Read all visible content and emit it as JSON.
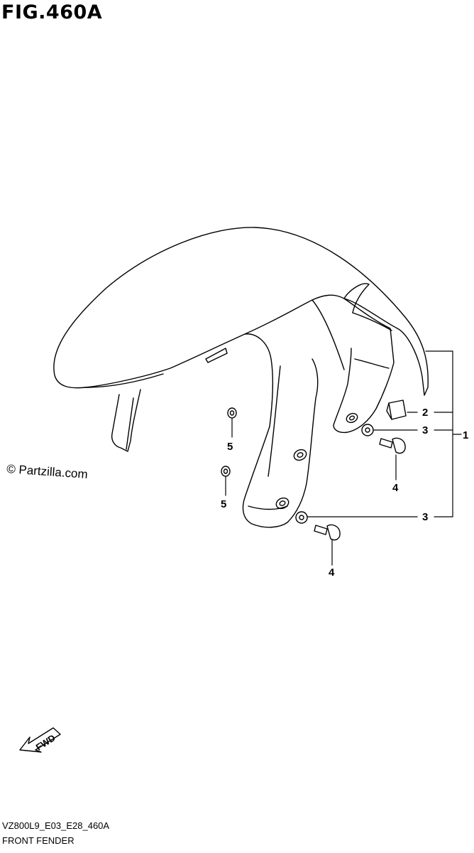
{
  "figure": {
    "title": "FIG.460A",
    "watermark": "© Partzilla.com",
    "drawing_code": "VZ800L9_E03_E28_460A",
    "caption": "FRONT FENDER",
    "fwd_label": "FWD"
  },
  "callouts": {
    "front_fender": "1",
    "cushion": "2",
    "washer_upper": "3",
    "washer_lower": "3",
    "bolt_upper": "4",
    "bolt_lower": "4",
    "nut_upper": "5",
    "nut_lower": "5"
  }
}
